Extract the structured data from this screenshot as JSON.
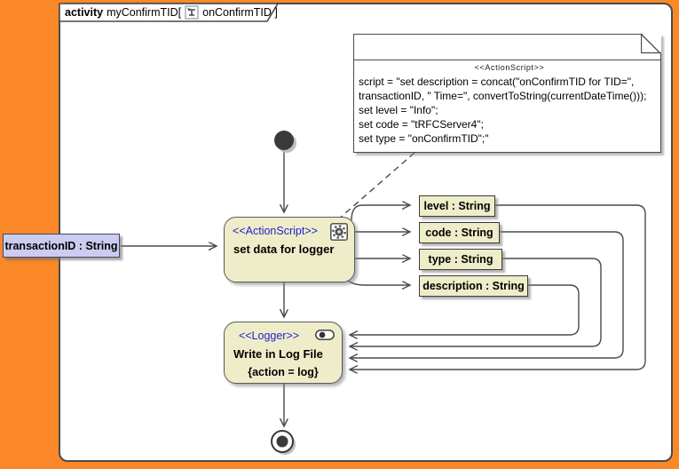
{
  "frame": {
    "keyword": "activity",
    "name": "myConfirmTID[",
    "ref": "onConfirmTID ]"
  },
  "note": {
    "stereotype": "<<ActionScript>>",
    "lines": [
      "script = \"set description = concat(\"onConfirmTID for TID=\",",
      "transactionID, \" Time=\", convertToString(currentDateTime()));",
      "set level = \"Info\";",
      "set code = \"tRFCServer4\";",
      "set type = \"onConfirmTID\";\""
    ]
  },
  "nodes": {
    "action": {
      "stereotype": "<<ActionScript>>",
      "label": "set data for logger"
    },
    "logger": {
      "stereotype": "<<Logger>>",
      "label": "Write in Log File",
      "constraint": "{action = log}"
    },
    "input_param": {
      "label": "transactionID : String"
    }
  },
  "pins": [
    {
      "label": "level : String"
    },
    {
      "label": "code : String"
    },
    {
      "label": "type : String"
    },
    {
      "label": "description : String"
    }
  ],
  "icons": {
    "tab": "activity-diagram-icon",
    "action": "gear-icon",
    "logger": "log-pin-icon"
  },
  "colors": {
    "canvas-orange": "#FA8828",
    "node-fill": "#EFEDC9",
    "node-border": "#5A5A5A",
    "param-fill": "#CCCCF0",
    "stereotype-blue": "#2222CC",
    "line-gray": "#4A4A4A"
  }
}
